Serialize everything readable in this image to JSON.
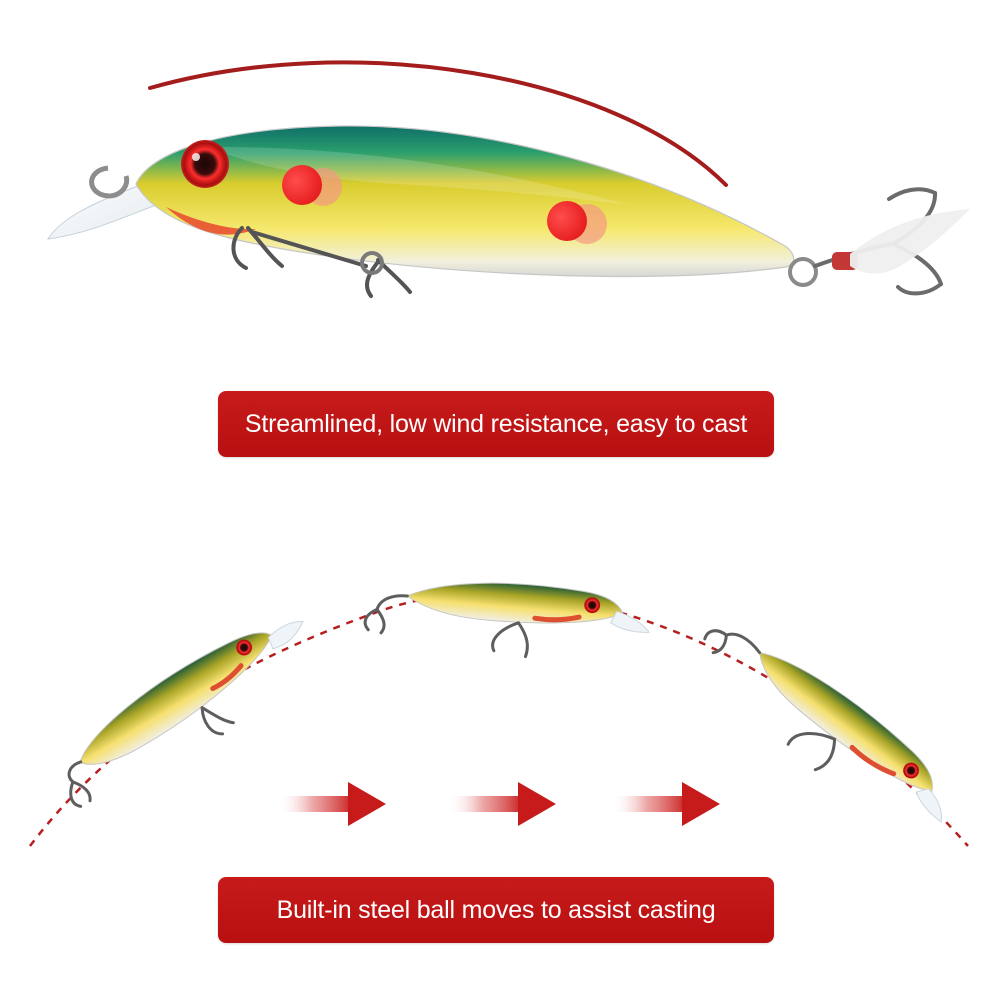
{
  "captions": {
    "top": "Streamlined, low wind resistance, easy to cast",
    "bottom": "Built-in steel ball moves to assist casting"
  },
  "colors": {
    "caption_bg": "#bf1414",
    "caption_text": "#ffffff",
    "accent_red": "#c61d1d",
    "lure_green": "#1f8f71",
    "lure_gold": "#e2c92e"
  },
  "icons": [
    "fishing-lure-image",
    "steel-ball-dot",
    "direction-arrow-icon",
    "casting-arc-line",
    "treble-hook-icon"
  ]
}
